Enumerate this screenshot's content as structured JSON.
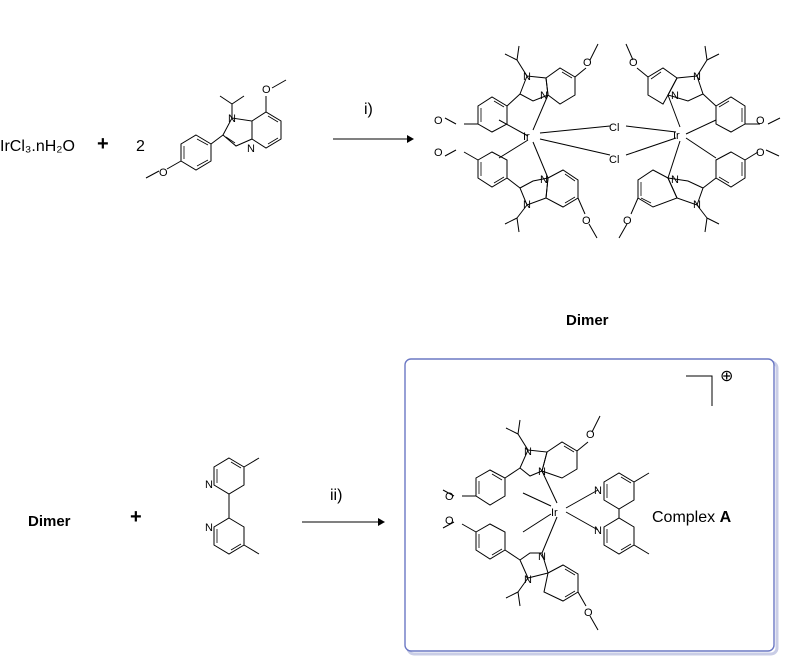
{
  "reaction_1": {
    "reactant_1": "IrCl₃.nH₂O",
    "plus": "+",
    "stoich": "2",
    "condition": "i)",
    "product_label": "Dimer",
    "bridge_atoms": [
      "Cl",
      "Cl"
    ],
    "metal": "Ir"
  },
  "reaction_2": {
    "reactant": "Dimer",
    "plus": "+",
    "condition": "ii)",
    "product_name": "Complex",
    "product_letter": "A",
    "charge": "⊕",
    "metal": "Ir"
  },
  "atoms": {
    "N": "N",
    "O": "O"
  },
  "colors": {
    "box_border": "#6b78c4",
    "box_shadow": "#c9cde6",
    "ink": "#000000"
  }
}
